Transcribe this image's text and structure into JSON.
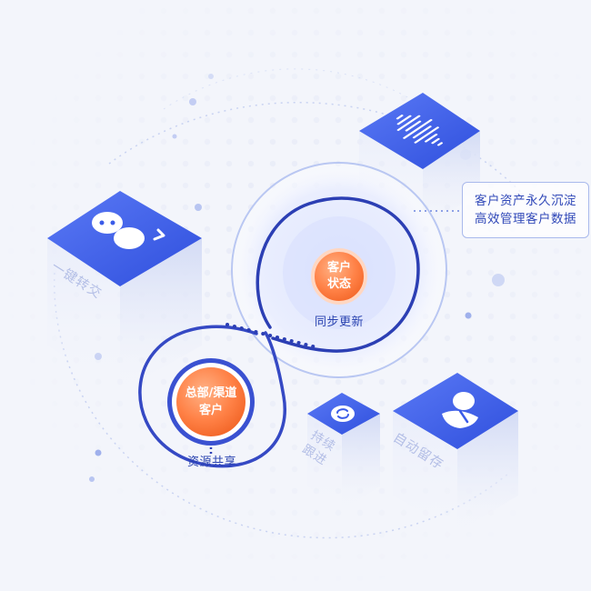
{
  "callout": {
    "line1": "客户资产永久沉淀",
    "line2": "高效管理客户数据"
  },
  "state_orb": {
    "line1": "客户",
    "line2": "状态"
  },
  "state_caption": "同步更新",
  "customer_orb": {
    "line1": "总部/渠道",
    "line2": "客户"
  },
  "customer_caption": "资源共享",
  "cubes": {
    "transfer": "一键转交",
    "follow_up_line1": "持续",
    "follow_up_line2": "跟进",
    "auto_retain": "自动留存"
  },
  "icons": {
    "audio_cube": "waveform-icon",
    "transfer_cube": "chat-transfer-icon",
    "follow_up_cube": "refresh-icon",
    "retain_cube": "hand-cup-icon"
  },
  "colors": {
    "background": "#f3f5fb",
    "primary_blue": "#3a5be8",
    "loop_dark": "#2a3db0",
    "orb_orange": "#ff7b3a",
    "label_text": "#2b44b0"
  }
}
